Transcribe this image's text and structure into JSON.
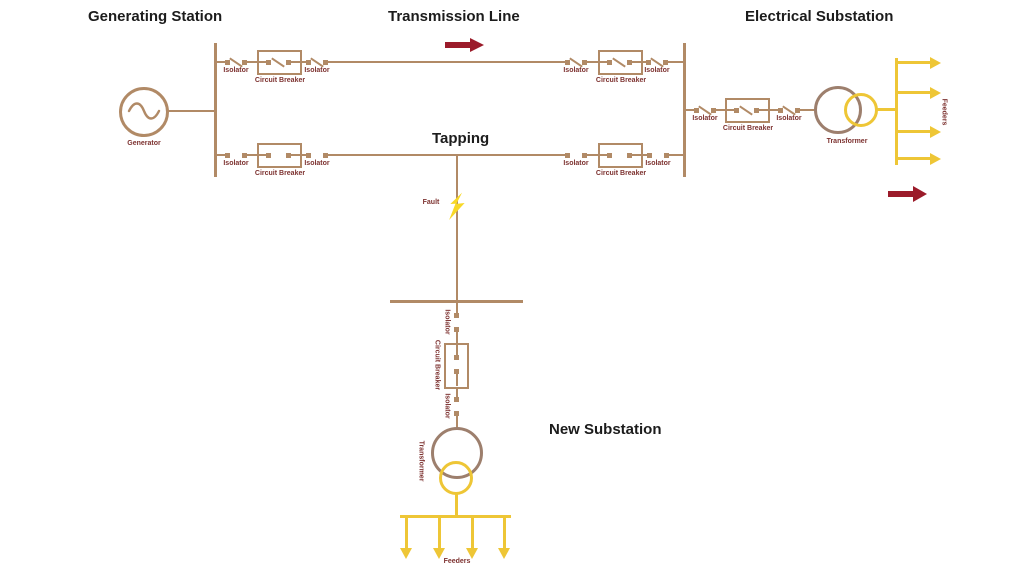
{
  "titles": {
    "generating_station": "Generating Station",
    "transmission_line": "Transmission Line",
    "electrical_substation": "Electrical Substation",
    "tapping": "Tapping",
    "new_substation": "New Substation"
  },
  "labels": {
    "generator": "Generator",
    "isolator": "Isolator",
    "circuit_breaker": "Circuit Breaker",
    "transformer": "Transformer",
    "feeders": "Feeders",
    "fault": "Fault"
  },
  "colors": {
    "line_brown": "#b18a66",
    "transformer_circle_brown": "#9d7f6d",
    "feeder_yellow": "#eec636",
    "flow_arrow_red": "#9b1b2a",
    "component_label_maroon": "#7d3230",
    "title_black": "#1c1c1c",
    "fault_bolt_yellow": "#f8d826"
  },
  "sections": [
    {
      "name": "Generating Station",
      "components": [
        "Generator",
        "Busbar"
      ]
    },
    {
      "name": "Transmission Line",
      "parallel_lines": 2,
      "per_line_components": [
        "Isolator",
        "Circuit Breaker",
        "Isolator",
        "Isolator",
        "Circuit Breaker",
        "Isolator"
      ],
      "flow_direction": "right"
    },
    {
      "name": "Electrical Substation",
      "components": [
        "Isolator",
        "Circuit Breaker",
        "Isolator",
        "Transformer",
        "Feeders"
      ],
      "feeder_count": 4
    },
    {
      "name": "New Substation",
      "tapped_from": "Transmission Line",
      "components": [
        "Fault",
        "Busbar",
        "Isolator",
        "Circuit Breaker",
        "Isolator",
        "Transformer",
        "Feeders"
      ],
      "feeder_count": 4
    }
  ]
}
